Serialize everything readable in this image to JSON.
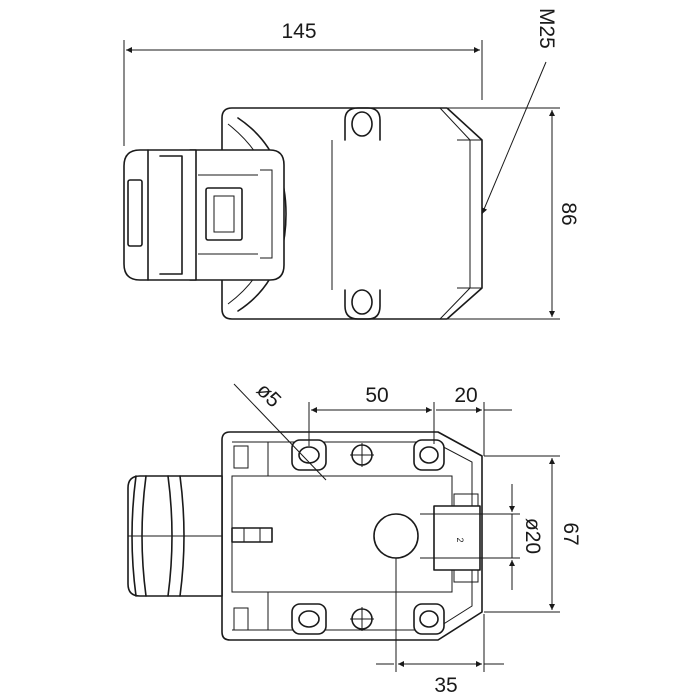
{
  "dimensions": {
    "overall_length": "145",
    "thread": "M25",
    "side_height": "86",
    "hole_diameter": "ø5",
    "hole_spacing": "50",
    "hole_offset": "20",
    "body_height": "67",
    "entry_diameter": "ø20",
    "entry_offset": "35"
  },
  "labels": {
    "terminal_mark": "2"
  },
  "colors": {
    "line": "#1a1a1a",
    "background": "#ffffff"
  }
}
